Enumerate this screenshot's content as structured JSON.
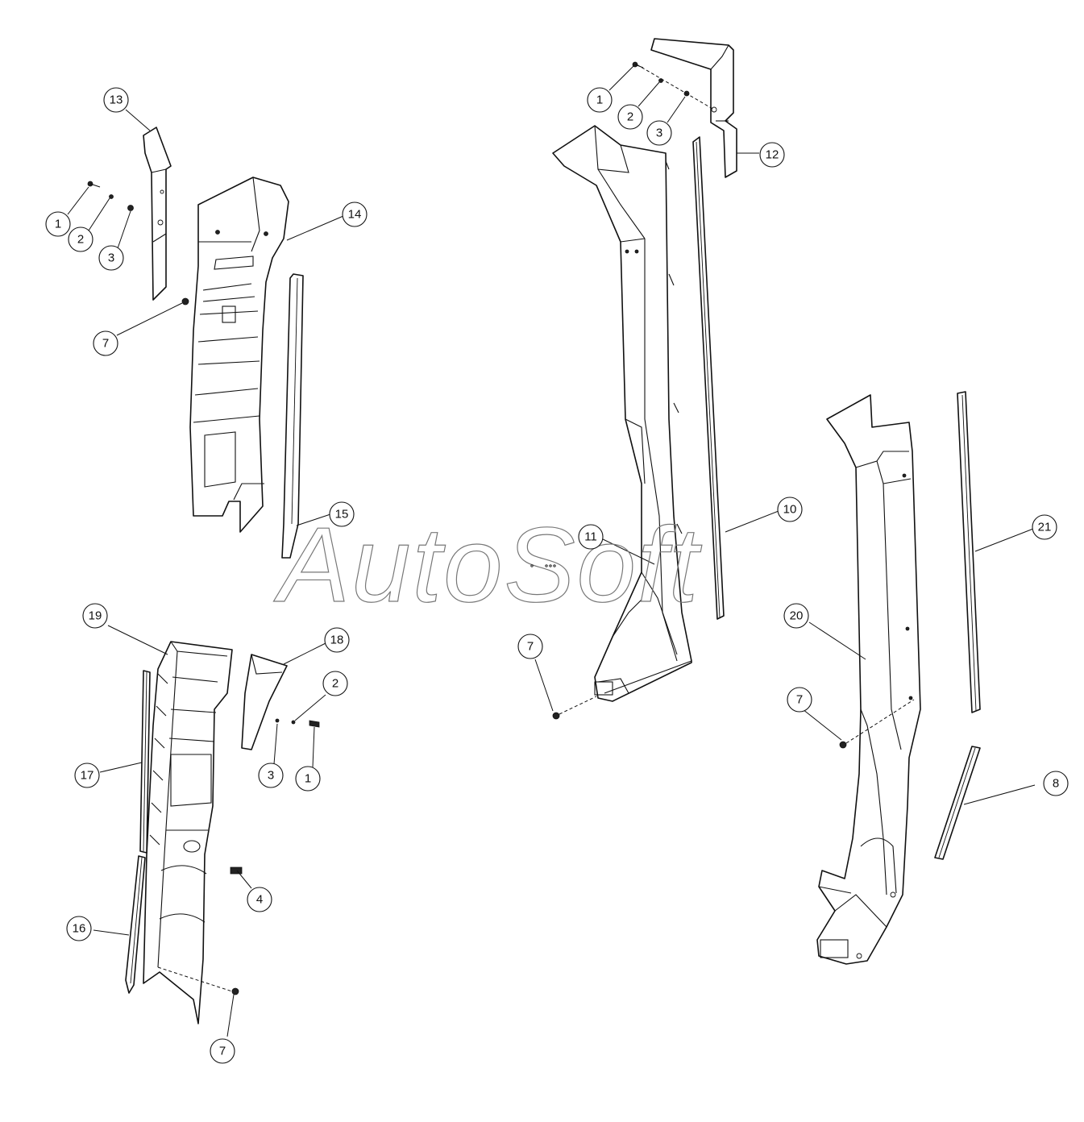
{
  "watermark": "AutoSoft",
  "callouts": [
    {
      "id": "c13a",
      "label": "13"
    },
    {
      "id": "c1a",
      "label": "1"
    },
    {
      "id": "c2a",
      "label": "2"
    },
    {
      "id": "c3a",
      "label": "3"
    },
    {
      "id": "c14",
      "label": "14"
    },
    {
      "id": "c7a",
      "label": "7"
    },
    {
      "id": "c15",
      "label": "15"
    },
    {
      "id": "c1b",
      "label": "1"
    },
    {
      "id": "c2b",
      "label": "2"
    },
    {
      "id": "c3b",
      "label": "3"
    },
    {
      "id": "c12",
      "label": "12"
    },
    {
      "id": "c10",
      "label": "10"
    },
    {
      "id": "c11",
      "label": "11"
    },
    {
      "id": "c21",
      "label": "21"
    },
    {
      "id": "c7b",
      "label": "7"
    },
    {
      "id": "c20",
      "label": "20"
    },
    {
      "id": "c7c",
      "label": "7"
    },
    {
      "id": "c8",
      "label": "8"
    },
    {
      "id": "c19",
      "label": "19"
    },
    {
      "id": "c18",
      "label": "18"
    },
    {
      "id": "c2c",
      "label": "2"
    },
    {
      "id": "c17",
      "label": "17"
    },
    {
      "id": "c3c",
      "label": "3"
    },
    {
      "id": "c1c",
      "label": "1"
    },
    {
      "id": "c4",
      "label": "4"
    },
    {
      "id": "c16",
      "label": "16"
    },
    {
      "id": "c7d",
      "label": "7"
    }
  ]
}
